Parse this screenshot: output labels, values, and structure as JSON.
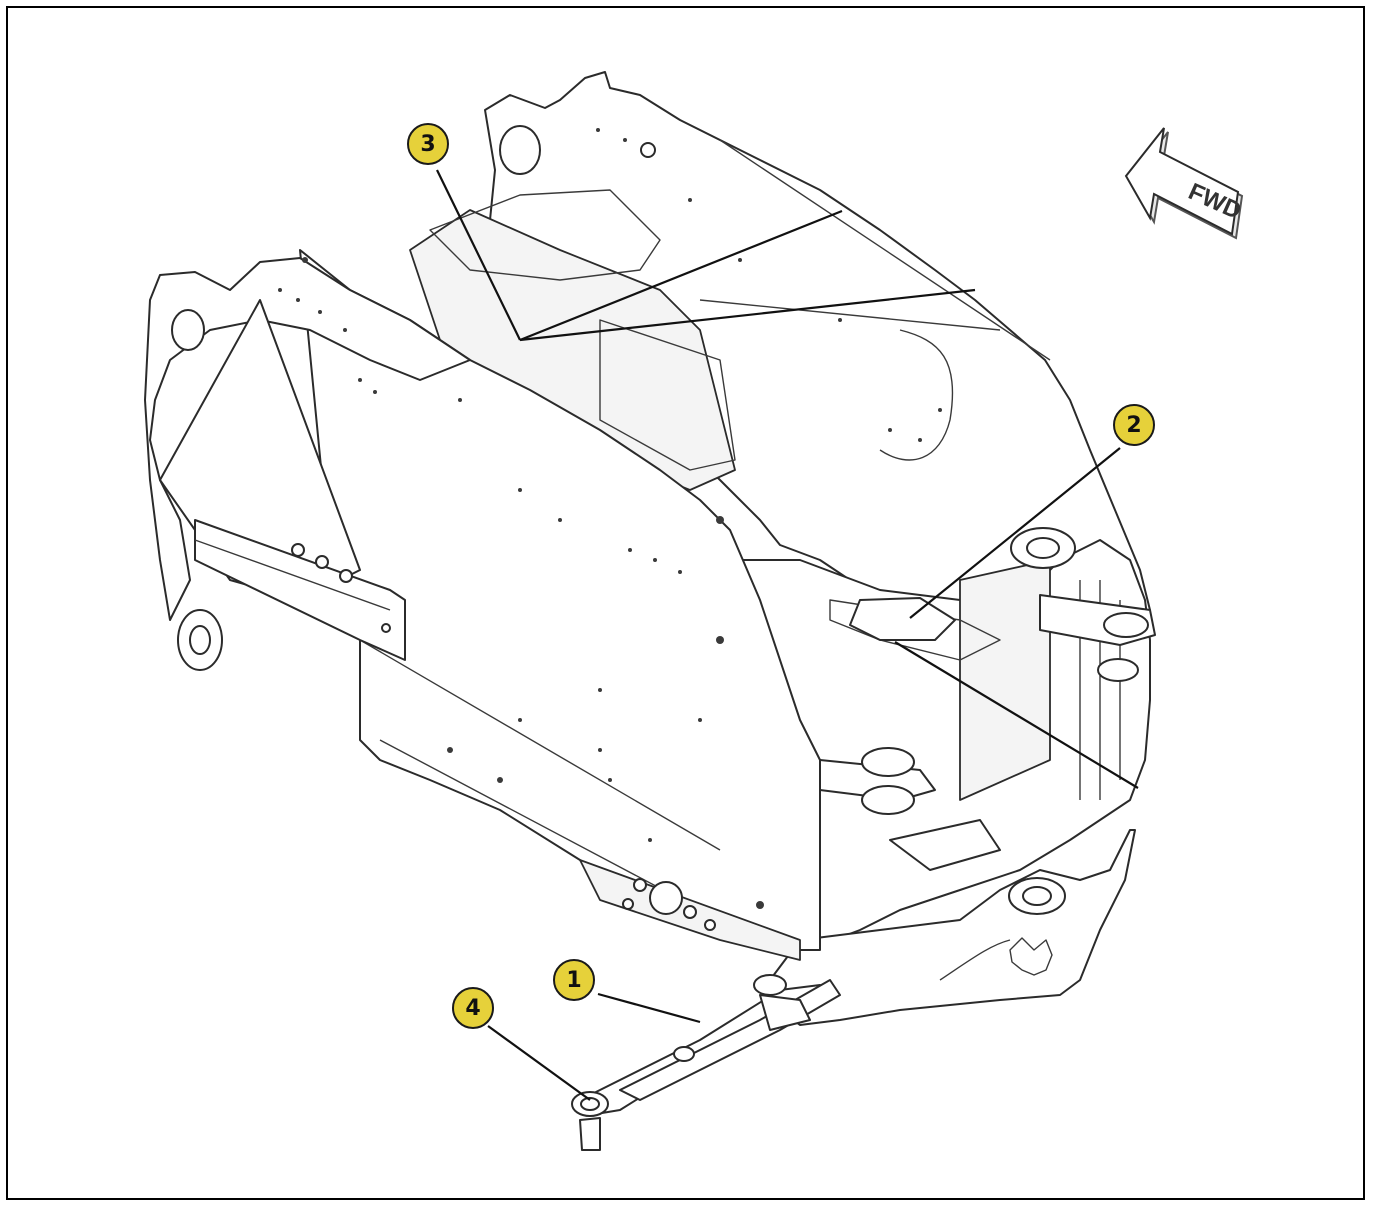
{
  "colors": {
    "frame_border": "#000000",
    "line_art": "#2b2b2b",
    "callout_fill": "#e6d13a",
    "callout_border": "#1a1a1a"
  },
  "direction_arrow": {
    "label": "FWD",
    "icon": "forward-direction-arrow-icon"
  },
  "callouts": [
    {
      "number": "1"
    },
    {
      "number": "2"
    },
    {
      "number": "3"
    },
    {
      "number": "4"
    }
  ]
}
